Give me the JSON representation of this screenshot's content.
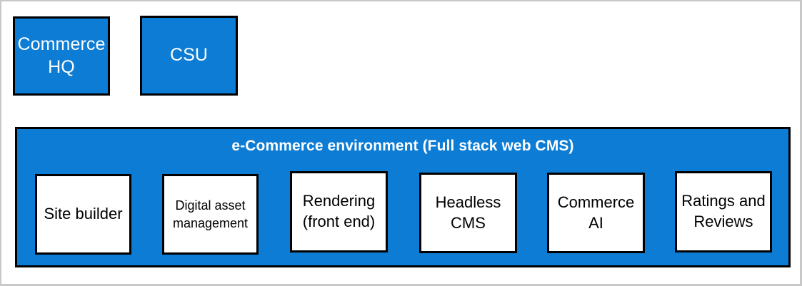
{
  "colors": {
    "brand_blue": "#0C7CD5",
    "outline": "#000000",
    "card_background": "#FFFFFF",
    "page_frame": "#C8C8C8"
  },
  "top_row": {
    "boxes": [
      {
        "id": "commerce-hq",
        "label": "Commerce HQ"
      },
      {
        "id": "csu",
        "label": "CSU"
      }
    ]
  },
  "environment": {
    "title": "e-Commerce environment (Full stack web CMS)",
    "capabilities": [
      {
        "id": "site-builder",
        "label": "Site builder"
      },
      {
        "id": "digital-asset-management",
        "label": "Digital asset management"
      },
      {
        "id": "rendering-front-end",
        "label": "Rendering (front end)"
      },
      {
        "id": "headless-cms",
        "label": "Headless CMS"
      },
      {
        "id": "commerce-ai",
        "label": "Commerce AI"
      },
      {
        "id": "ratings-and-reviews",
        "label": "Ratings and Reviews"
      }
    ]
  }
}
